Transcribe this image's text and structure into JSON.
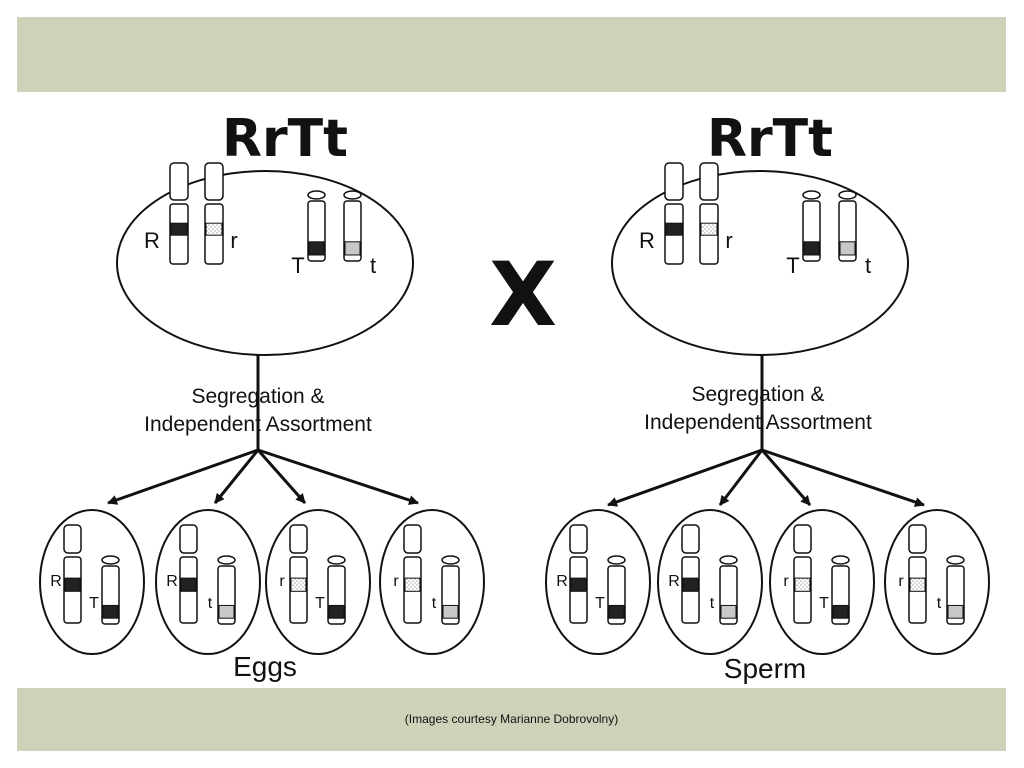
{
  "parents": [
    {
      "genotype": "RrTt",
      "process_line1": "Segregation &",
      "process_line2": "Independent Assortment",
      "gametes_label": "Eggs",
      "chromosome_alleles": [
        "R",
        "r",
        "T",
        "t"
      ],
      "gametes": [
        [
          "R",
          "T"
        ],
        [
          "R",
          "t"
        ],
        [
          "r",
          "T"
        ],
        [
          "r",
          "t"
        ]
      ]
    },
    {
      "genotype": "RrTt",
      "process_line1": "Segregation &",
      "process_line2": "Independent Assortment",
      "gametes_label": "Sperm",
      "chromosome_alleles": [
        "R",
        "r",
        "T",
        "t"
      ],
      "gametes": [
        [
          "R",
          "T"
        ],
        [
          "R",
          "t"
        ],
        [
          "r",
          "T"
        ],
        [
          "r",
          "t"
        ]
      ]
    }
  ],
  "cross_symbol": "X",
  "credit": "(Images courtesy Marianne Dobrovolny)",
  "colors": {
    "band": "#cdd2b8",
    "dominant_band": "#222222",
    "recessive_t_band": "#c8c8c8"
  }
}
